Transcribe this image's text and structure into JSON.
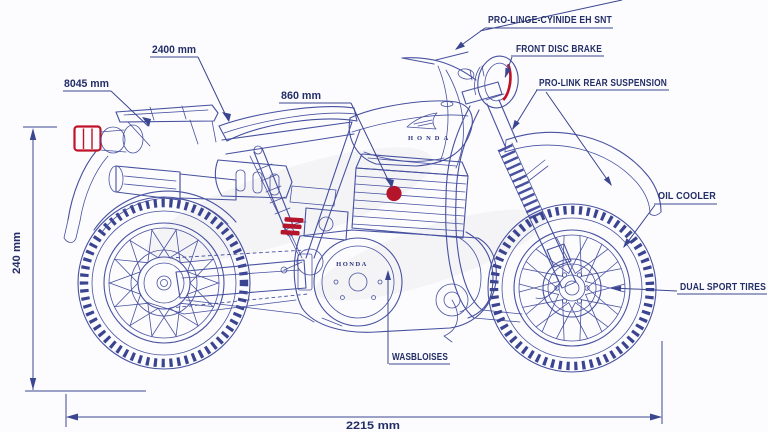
{
  "callouts": {
    "cylinder": "PRO-LINGE-CYINIDE EH SNT",
    "front_disc_brake": "FRONT DISC BRAKE",
    "pro_link_rear_suspension": "PRO-LINK REAR SUSPENSION",
    "oil_cooler": "OIL COOLER",
    "dual_sport_tires": "DUAL SPORT TIRES",
    "wasbloises": "WASBLOISES"
  },
  "dimensions": {
    "dim_2400": "2400 mm",
    "dim_8045": "8045 mm",
    "dim_860": "860 mm",
    "dim_240": "240 mm",
    "dim_2215": "2215 mm"
  },
  "branding": {
    "tank_logo": "HONDA",
    "engine_badge": "HONDA"
  },
  "colors": {
    "line_blue": "#47519f",
    "label_navy": "#232d66",
    "accent_red": "#c01328",
    "background": "#fcfcfe"
  }
}
